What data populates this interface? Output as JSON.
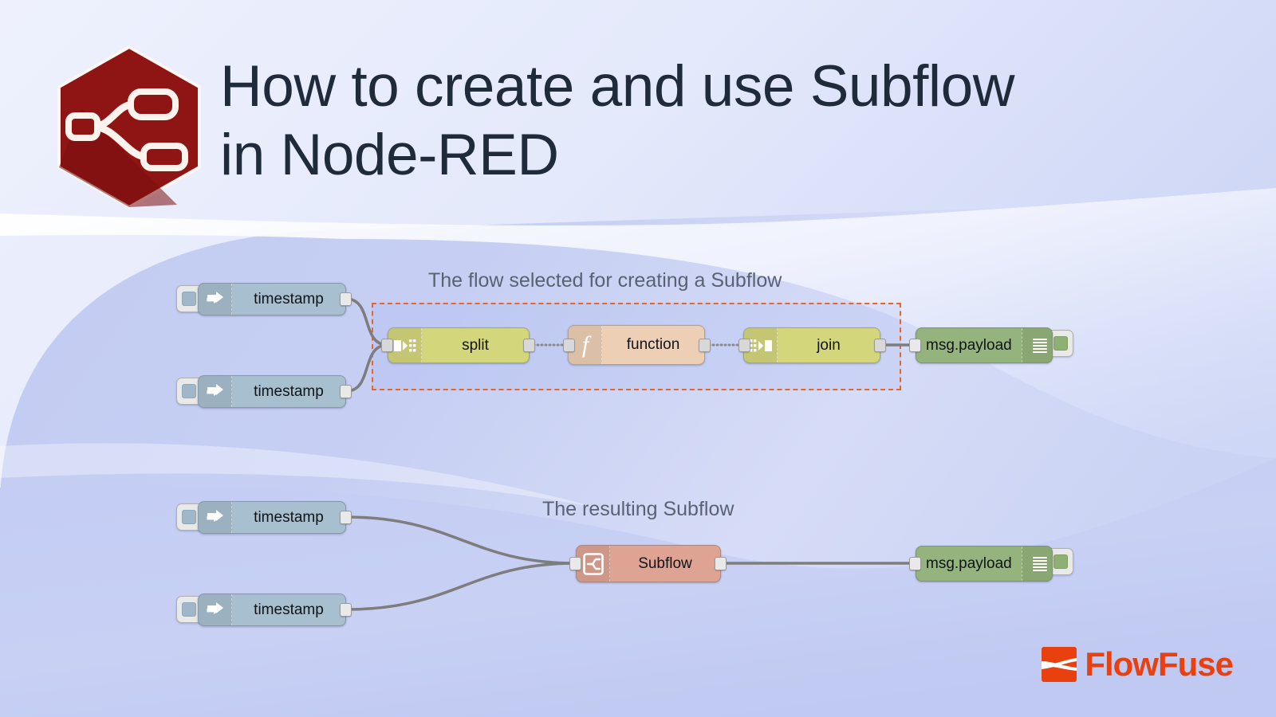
{
  "header": {
    "title_line1": "How to create and use Subflow",
    "title_line2": "in Node-RED",
    "logo_name": "node-red-hexagon-logo"
  },
  "captions": {
    "flow1": "The flow selected for creating a Subflow",
    "flow2": "The resulting Subflow"
  },
  "flow1": {
    "nodes": [
      {
        "id": "inject-1",
        "type": "inject",
        "label": "timestamp",
        "icon": "arrow-right-icon"
      },
      {
        "id": "inject-2",
        "type": "inject",
        "label": "timestamp",
        "icon": "arrow-right-icon"
      },
      {
        "id": "split-1",
        "type": "split",
        "label": "split",
        "icon": "split-icon"
      },
      {
        "id": "function-1",
        "type": "function",
        "label": "function",
        "icon": "function-f-icon"
      },
      {
        "id": "join-1",
        "type": "join",
        "label": "join",
        "icon": "join-icon"
      },
      {
        "id": "debug-1",
        "type": "debug",
        "label": "msg.payload",
        "icon": "debug-lines-icon"
      }
    ]
  },
  "flow2": {
    "nodes": [
      {
        "id": "inject-3",
        "type": "inject",
        "label": "timestamp",
        "icon": "arrow-right-icon"
      },
      {
        "id": "inject-4",
        "type": "inject",
        "label": "timestamp",
        "icon": "arrow-right-icon"
      },
      {
        "id": "subflow-1",
        "type": "subflow",
        "label": "Subflow",
        "icon": "subflow-icon"
      },
      {
        "id": "debug-2",
        "type": "debug",
        "label": "msg.payload",
        "icon": "debug-lines-icon"
      }
    ]
  },
  "footer": {
    "brand": "FlowFuse",
    "brand_mark": "flowfuse-mark-icon"
  },
  "colors": {
    "accent_orange": "#e8410f",
    "selection_dash": "#e8652a",
    "node_inject": "#a8bfcf",
    "node_split": "#d4d67c",
    "node_join": "#d4d67c",
    "node_function": "#eccfb4",
    "node_debug": "#95b37c",
    "node_subflow": "#dfa393",
    "node_red_dark": "#8f1414",
    "title_text": "#1f2a3a",
    "caption_text": "#596273",
    "background_blue": "#b9c4f0"
  }
}
